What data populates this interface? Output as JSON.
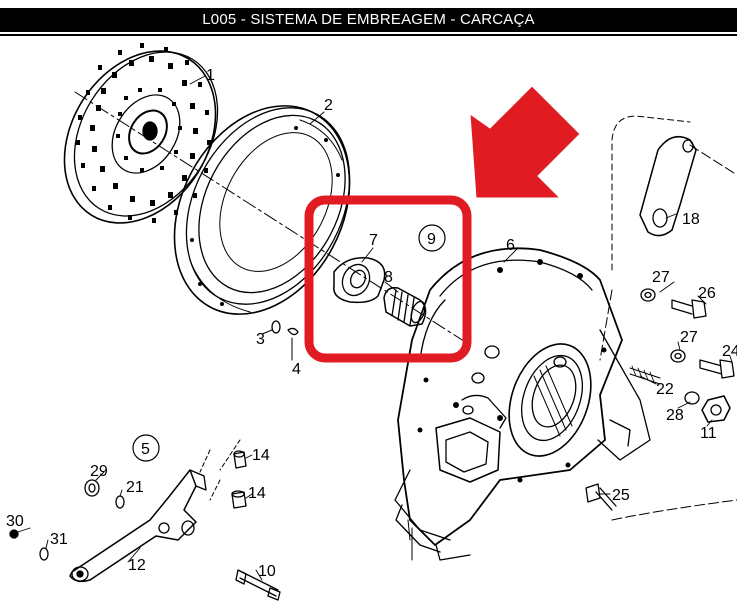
{
  "header": {
    "title": "L005 - SISTEMA DE EMBREAGEM - CARCAÇA"
  },
  "colors": {
    "highlight": "#e11b22",
    "ink": "#000000",
    "background": "#ffffff"
  },
  "icons": {
    "pointer": "arrow-icon"
  },
  "callouts": [
    {
      "id": "1",
      "label": "1",
      "circled": false
    },
    {
      "id": "2",
      "label": "2",
      "circled": false
    },
    {
      "id": "3",
      "label": "3",
      "circled": false
    },
    {
      "id": "4",
      "label": "4",
      "circled": false
    },
    {
      "id": "5",
      "label": "5",
      "circled": true
    },
    {
      "id": "6",
      "label": "6",
      "circled": false
    },
    {
      "id": "7",
      "label": "7",
      "circled": false
    },
    {
      "id": "8",
      "label": "8",
      "circled": false
    },
    {
      "id": "9",
      "label": "9",
      "circled": true
    },
    {
      "id": "10",
      "label": "10",
      "circled": false
    },
    {
      "id": "11",
      "label": "11",
      "circled": false
    },
    {
      "id": "12",
      "label": "12",
      "circled": false
    },
    {
      "id": "14a",
      "label": "14",
      "circled": false
    },
    {
      "id": "14b",
      "label": "14",
      "circled": false
    },
    {
      "id": "18",
      "label": "18",
      "circled": false
    },
    {
      "id": "21",
      "label": "21",
      "circled": false
    },
    {
      "id": "22",
      "label": "22",
      "circled": false
    },
    {
      "id": "24",
      "label": "24",
      "circled": false
    },
    {
      "id": "25",
      "label": "25",
      "circled": false
    },
    {
      "id": "26",
      "label": "26",
      "circled": false
    },
    {
      "id": "27a",
      "label": "27",
      "circled": false
    },
    {
      "id": "27b",
      "label": "27",
      "circled": false
    },
    {
      "id": "28",
      "label": "28",
      "circled": false
    },
    {
      "id": "29",
      "label": "29",
      "circled": false
    },
    {
      "id": "30",
      "label": "30",
      "circled": false
    },
    {
      "id": "31",
      "label": "31",
      "circled": false
    }
  ]
}
